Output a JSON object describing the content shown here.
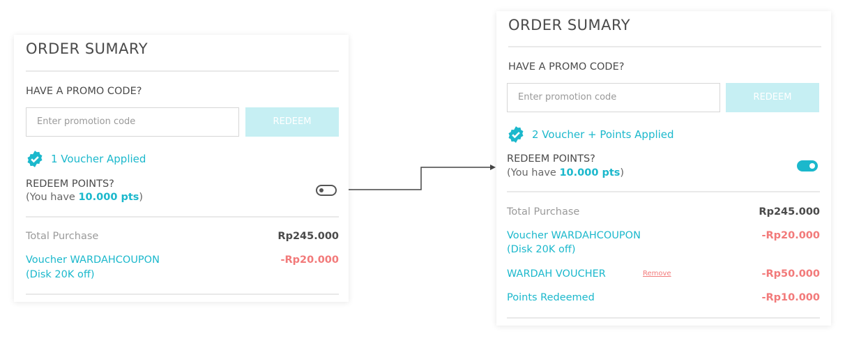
{
  "before": {
    "title": "ORDER SUMARY",
    "promo_label": "HAVE A PROMO CODE?",
    "promo_placeholder": "Enter promotion code",
    "redeem_button": "REDEEM",
    "applied_text": "1 Voucher Applied",
    "redeem_points_label": "REDEEM POINTS?",
    "points_prefix": "(You have ",
    "points_value": "10.000 pts",
    "points_suffix": ")",
    "toggle_on": false,
    "total_label": "Total Purchase",
    "total_value": "Rp245.000",
    "voucher_label_1": "Voucher WARDAHCOUPON",
    "voucher_label_2": "(Disk 20K off)",
    "voucher_value": "-Rp20.000"
  },
  "after": {
    "title": "ORDER SUMARY",
    "promo_label": "HAVE A PROMO CODE?",
    "promo_placeholder": "Enter promotion code",
    "redeem_button": "REDEEM",
    "applied_text": "2 Voucher + Points Applied",
    "redeem_points_label": "REDEEM POINTS?",
    "points_prefix": "(You have ",
    "points_value": "10.000 pts",
    "points_suffix": ")",
    "toggle_on": true,
    "total_label": "Total Purchase",
    "total_value": "Rp245.000",
    "voucher_label_1": "Voucher WARDAHCOUPON",
    "voucher_label_2": "(Disk 20K off)",
    "voucher_value": "-Rp20.000",
    "wardah_label": "WARDAH VOUCHER",
    "remove_link": "Remove",
    "wardah_value": "-Rp50.000",
    "points_redeemed_label": "Points Redeemed",
    "points_redeemed_value": "-Rp10.000"
  },
  "colors": {
    "accent": "#1bb8cc",
    "negative": "#f27a7a",
    "button_disabled": "#c6eff3"
  }
}
